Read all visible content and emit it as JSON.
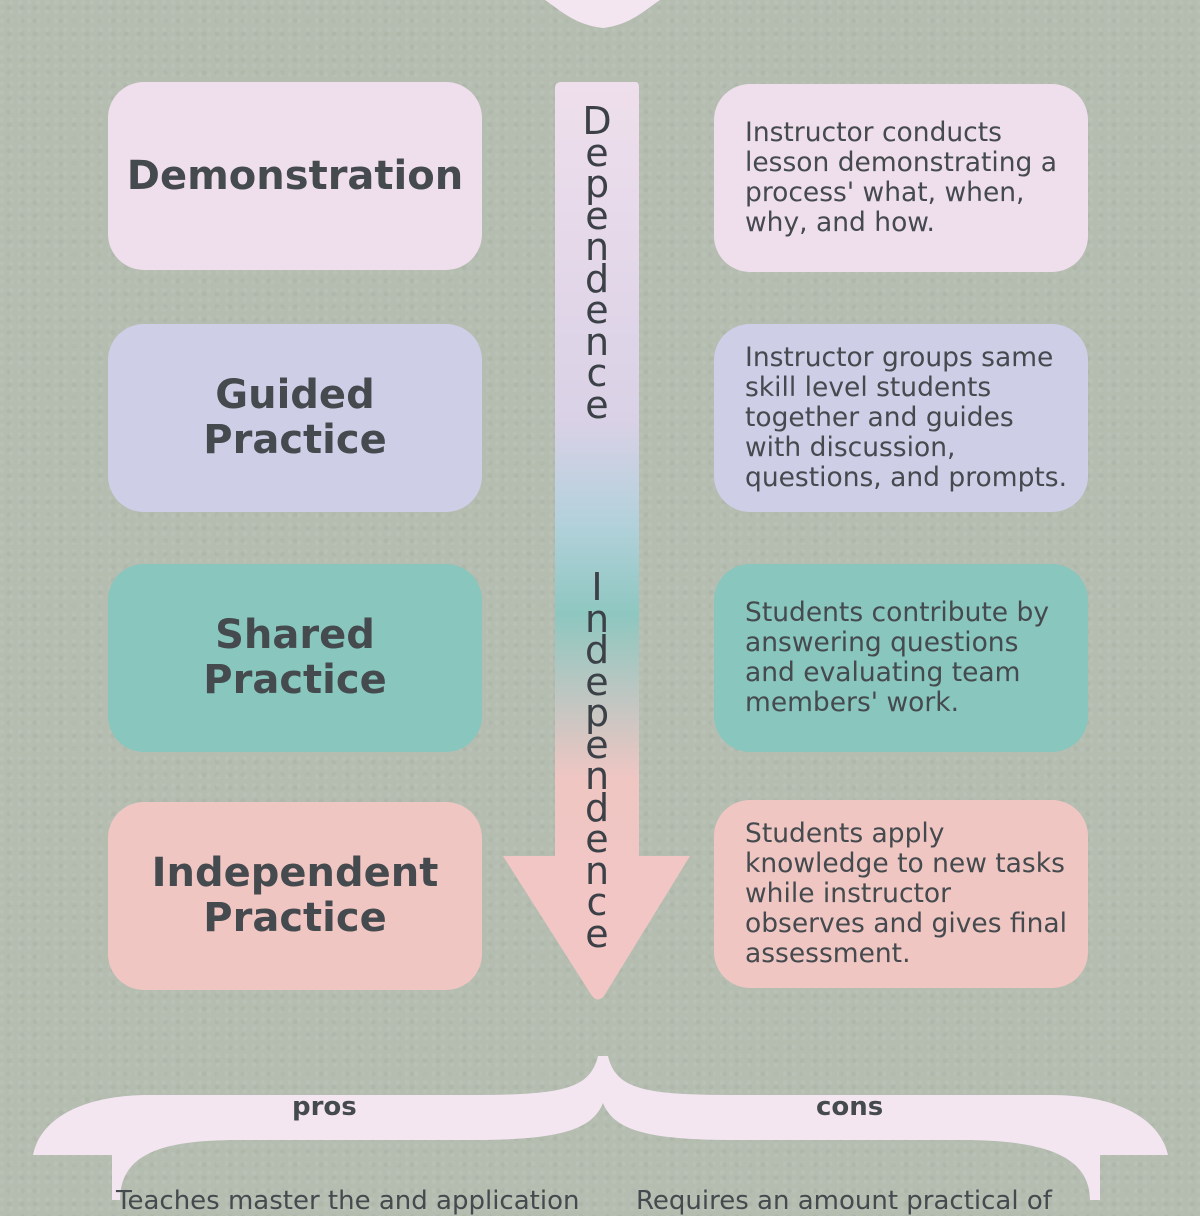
{
  "stages": [
    {
      "title": "Demonstration",
      "description": "Instructor conducts lesson demonstrating a process' what, when, why, and how."
    },
    {
      "title": "Guided Practice",
      "description": "Instructor groups same skill level students together and guides with discussion, questions, and prompts."
    },
    {
      "title": "Shared Practice",
      "description": "Students contribute by answering questions and evaluating team members' work."
    },
    {
      "title": "Independent Practice",
      "description": "Students apply knowledge to new tasks while instructor observes and gives final assessment."
    }
  ],
  "arrow": {
    "top_word": "Dependence",
    "bottom_word": "Independence"
  },
  "bottom": {
    "pros_label": "pros",
    "cons_label": "cons",
    "pros_text_partial": "Teaches master the and application",
    "cons_text_partial": "Requires an amount practical of"
  },
  "colors": {
    "background": "#b5bdb1",
    "demonstration": "#efdfec",
    "guided": "#cfcee7",
    "shared": "#88c6be",
    "independent": "#f0c6c3",
    "brace": "#f3e6f1",
    "text": "#454a4e"
  }
}
